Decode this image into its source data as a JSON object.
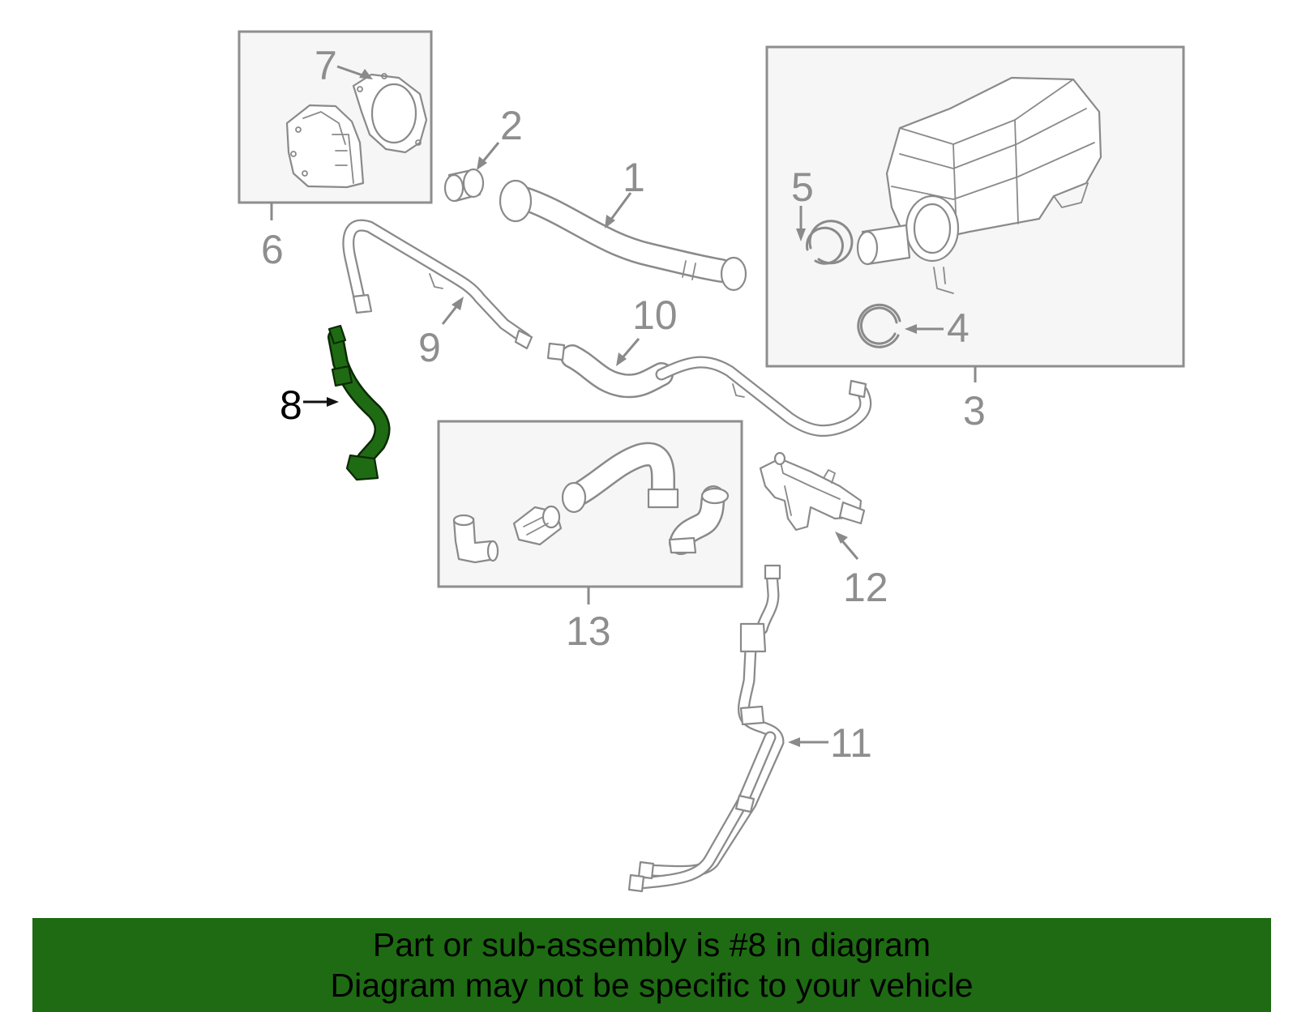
{
  "callouts": {
    "p1": "1",
    "p2": "2",
    "p3": "3",
    "p4": "4",
    "p5": "5",
    "p6": "6",
    "p7": "7",
    "p8": "8",
    "p9": "9",
    "p10": "10",
    "p11": "11",
    "p12": "12",
    "p13": "13"
  },
  "highlighted_part": "8",
  "colors": {
    "highlight": "#1f6b14",
    "banner": "#1e6b13",
    "line_art": "#8a8a8a"
  },
  "banner": {
    "line1": "Part or sub-assembly is #8 in diagram",
    "line2": "Diagram may not be specific to your vehicle"
  }
}
